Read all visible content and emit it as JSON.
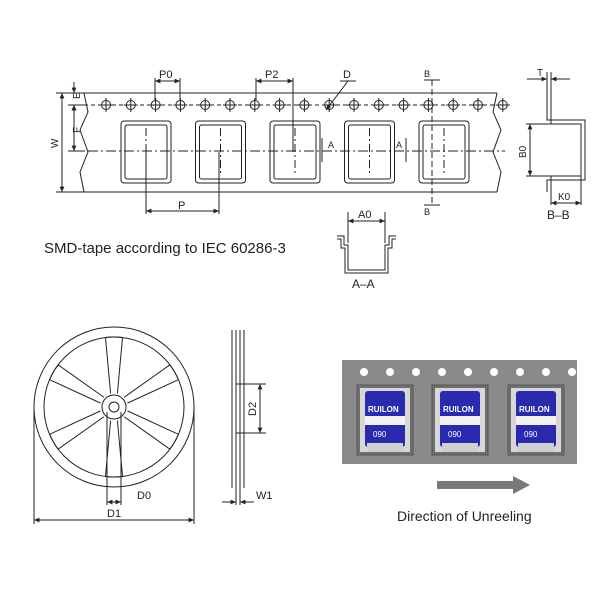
{
  "captions": {
    "standard": "SMD-tape according to IEC 60286-3",
    "unreeling": "Direction of Unreeling"
  },
  "tape_view": {
    "dim_labels": {
      "p0": "P0",
      "p2": "P2",
      "d": "D",
      "e": "E",
      "f": "F",
      "w": "W",
      "p": "P",
      "a0": "A0"
    },
    "section_markers": {
      "a_left": "A",
      "a_right": "A",
      "b_top": "B",
      "b_bottom": "B"
    },
    "section_aa": {
      "title": "A–A"
    },
    "section_bb": {
      "title": "B–B",
      "t": "T",
      "b0": "B0",
      "k0": "K0"
    }
  },
  "reel_view": {
    "d0": "D0",
    "d1": "D1",
    "d2": "D2",
    "w1": "W1"
  },
  "photo": {
    "component_brand": "RUILON",
    "component_code": "090",
    "tape_color": "#8a8a8a",
    "component_color": "#2a2ab0",
    "arrow_color": "#7a7a7a",
    "arrow_icon": "right-arrow-icon"
  }
}
